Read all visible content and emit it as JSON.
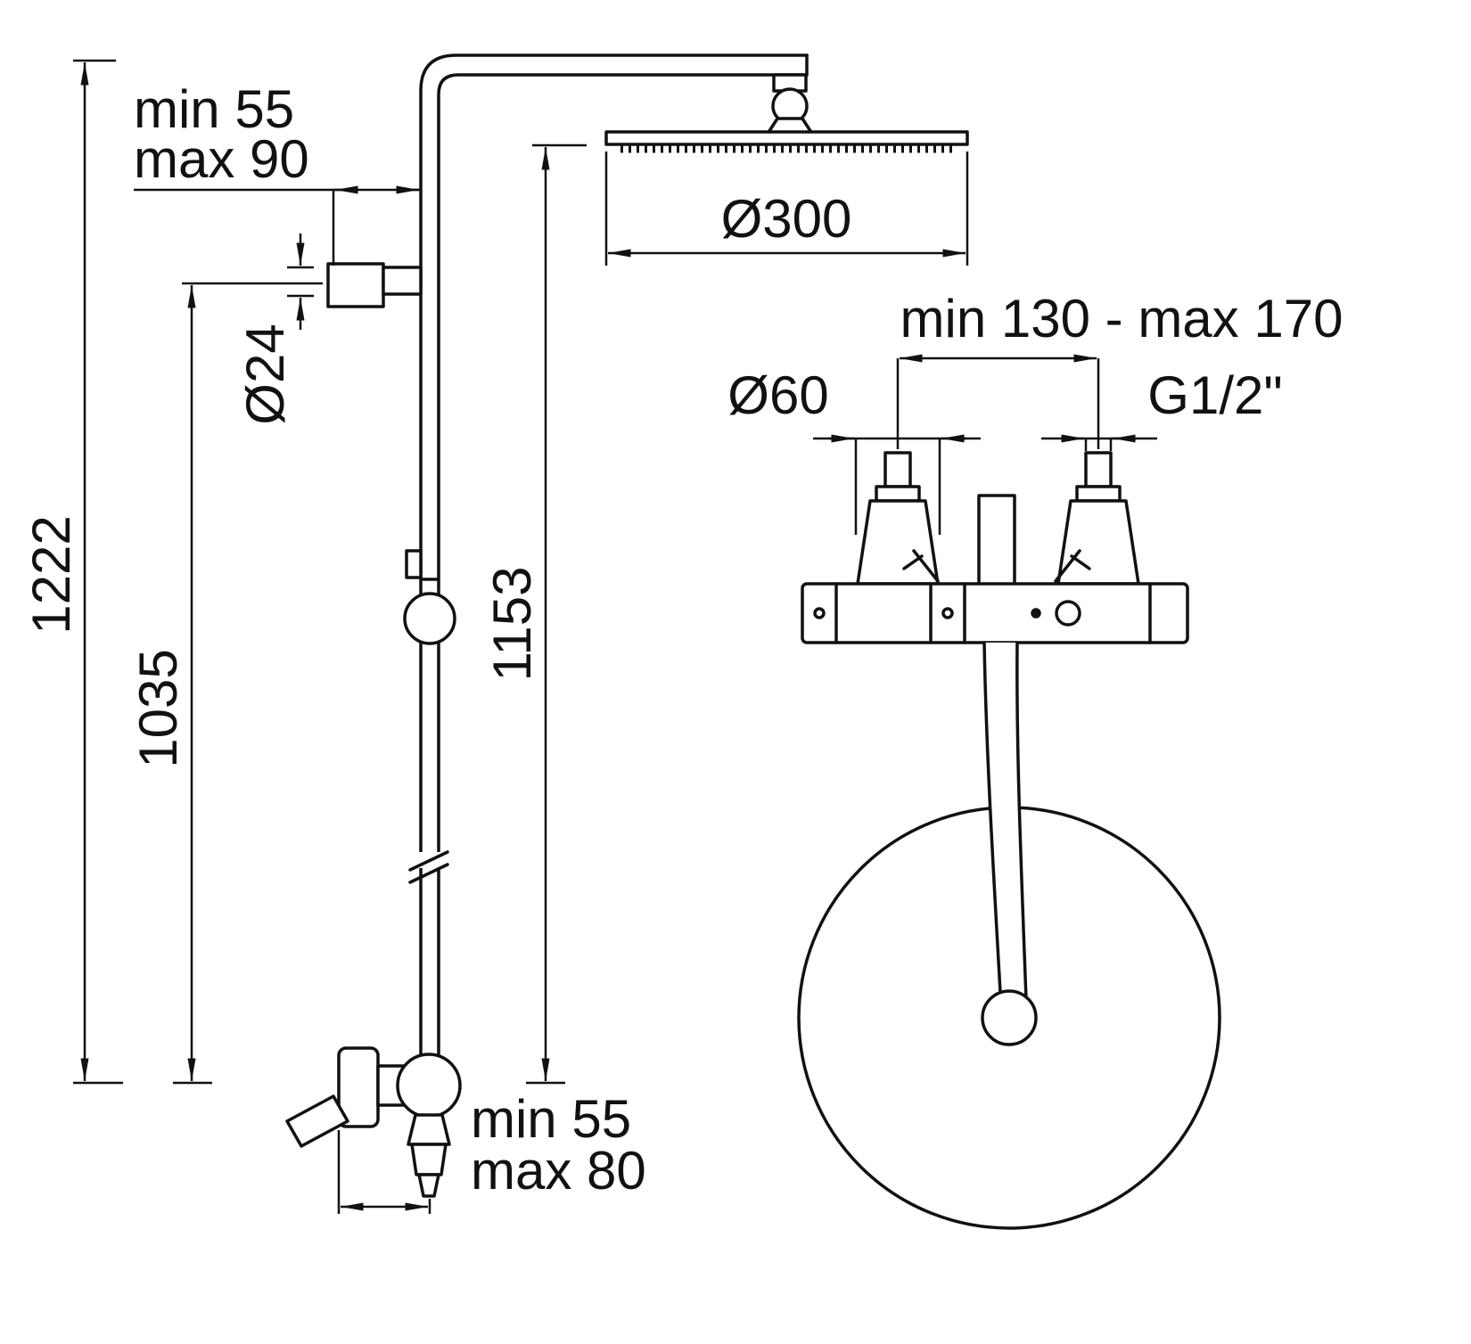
{
  "colors": {
    "ink": "#111111",
    "background": "#ffffff"
  },
  "side_view": {
    "total_height": "1222",
    "top_offset": {
      "line1": "min 55",
      "line2": "max 90"
    },
    "pipe_diameter": "Ø24",
    "bracket_height": "1035",
    "head_height": "1153",
    "head_diameter": "Ø300",
    "bottom_offset": {
      "line1": "min 55",
      "line2": "max 80"
    }
  },
  "front_view": {
    "valve_spacing": "min 130 - max 170",
    "escutcheon_diameter": "Ø60",
    "thread": "G1/2\""
  }
}
